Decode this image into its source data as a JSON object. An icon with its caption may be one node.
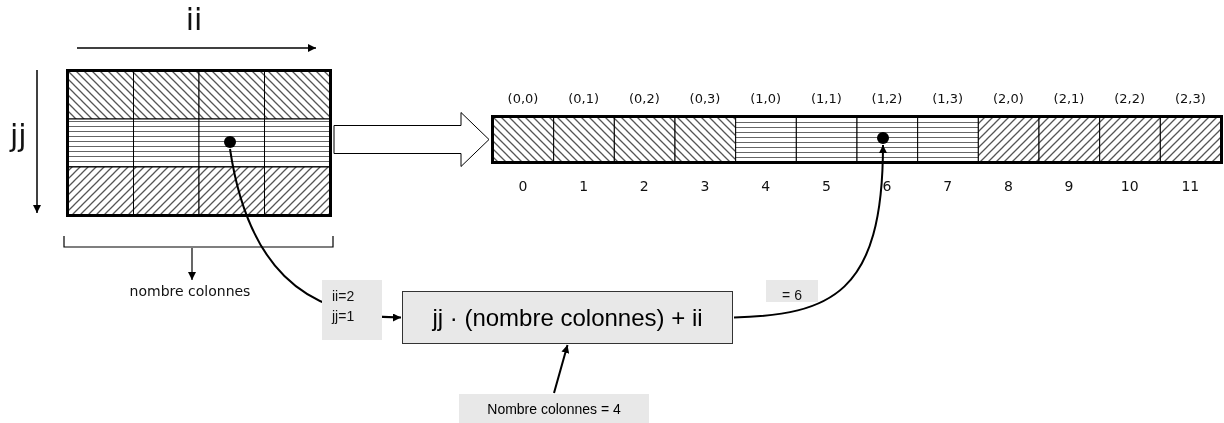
{
  "diagram": {
    "nodes": [
      {
        "text": [],
        "shape": "box"
      },
      {
        "text": [],
        "shape": "circle",
        "in": 0
      },
      {
        "text": [],
        "shape": "box"
      },
      {
        "text": [],
        "shape": "circle",
        "in": 2
      },
      {
        "text": [
          "jj · (nombre colonnes) + ii"
        ]
      },
      {
        "text": [
          "Nombre colonnes = 4"
        ]
      }
    ],
    "edges": [
      {
        "from": 0,
        "to": 2,
        "arrow": "to",
        "style": "thick"
      },
      {
        "from": 1,
        "to": 4,
        "arrow": "to",
        "label": "ii=2 jj=1"
      },
      {
        "from": 4,
        "to": 3,
        "arrow": "to",
        "label": "= 6"
      },
      {
        "from": 5,
        "to": 4,
        "arrow": "to"
      }
    ],
    "labels": [
      "ii",
      "jj",
      "(0,0)",
      "(0,1)",
      "(0,2)",
      "(0,3)",
      "(1,0)",
      "(1,1)",
      "(1,2)",
      "(1,3)",
      "(2,0)",
      "(2,1)",
      "(2,2)",
      "(2,3)",
      "0",
      "1",
      "2",
      "3",
      "4",
      "5",
      "6",
      "7",
      "8",
      "9",
      "10",
      "11",
      "nombre colonnes"
    ]
  }
}
